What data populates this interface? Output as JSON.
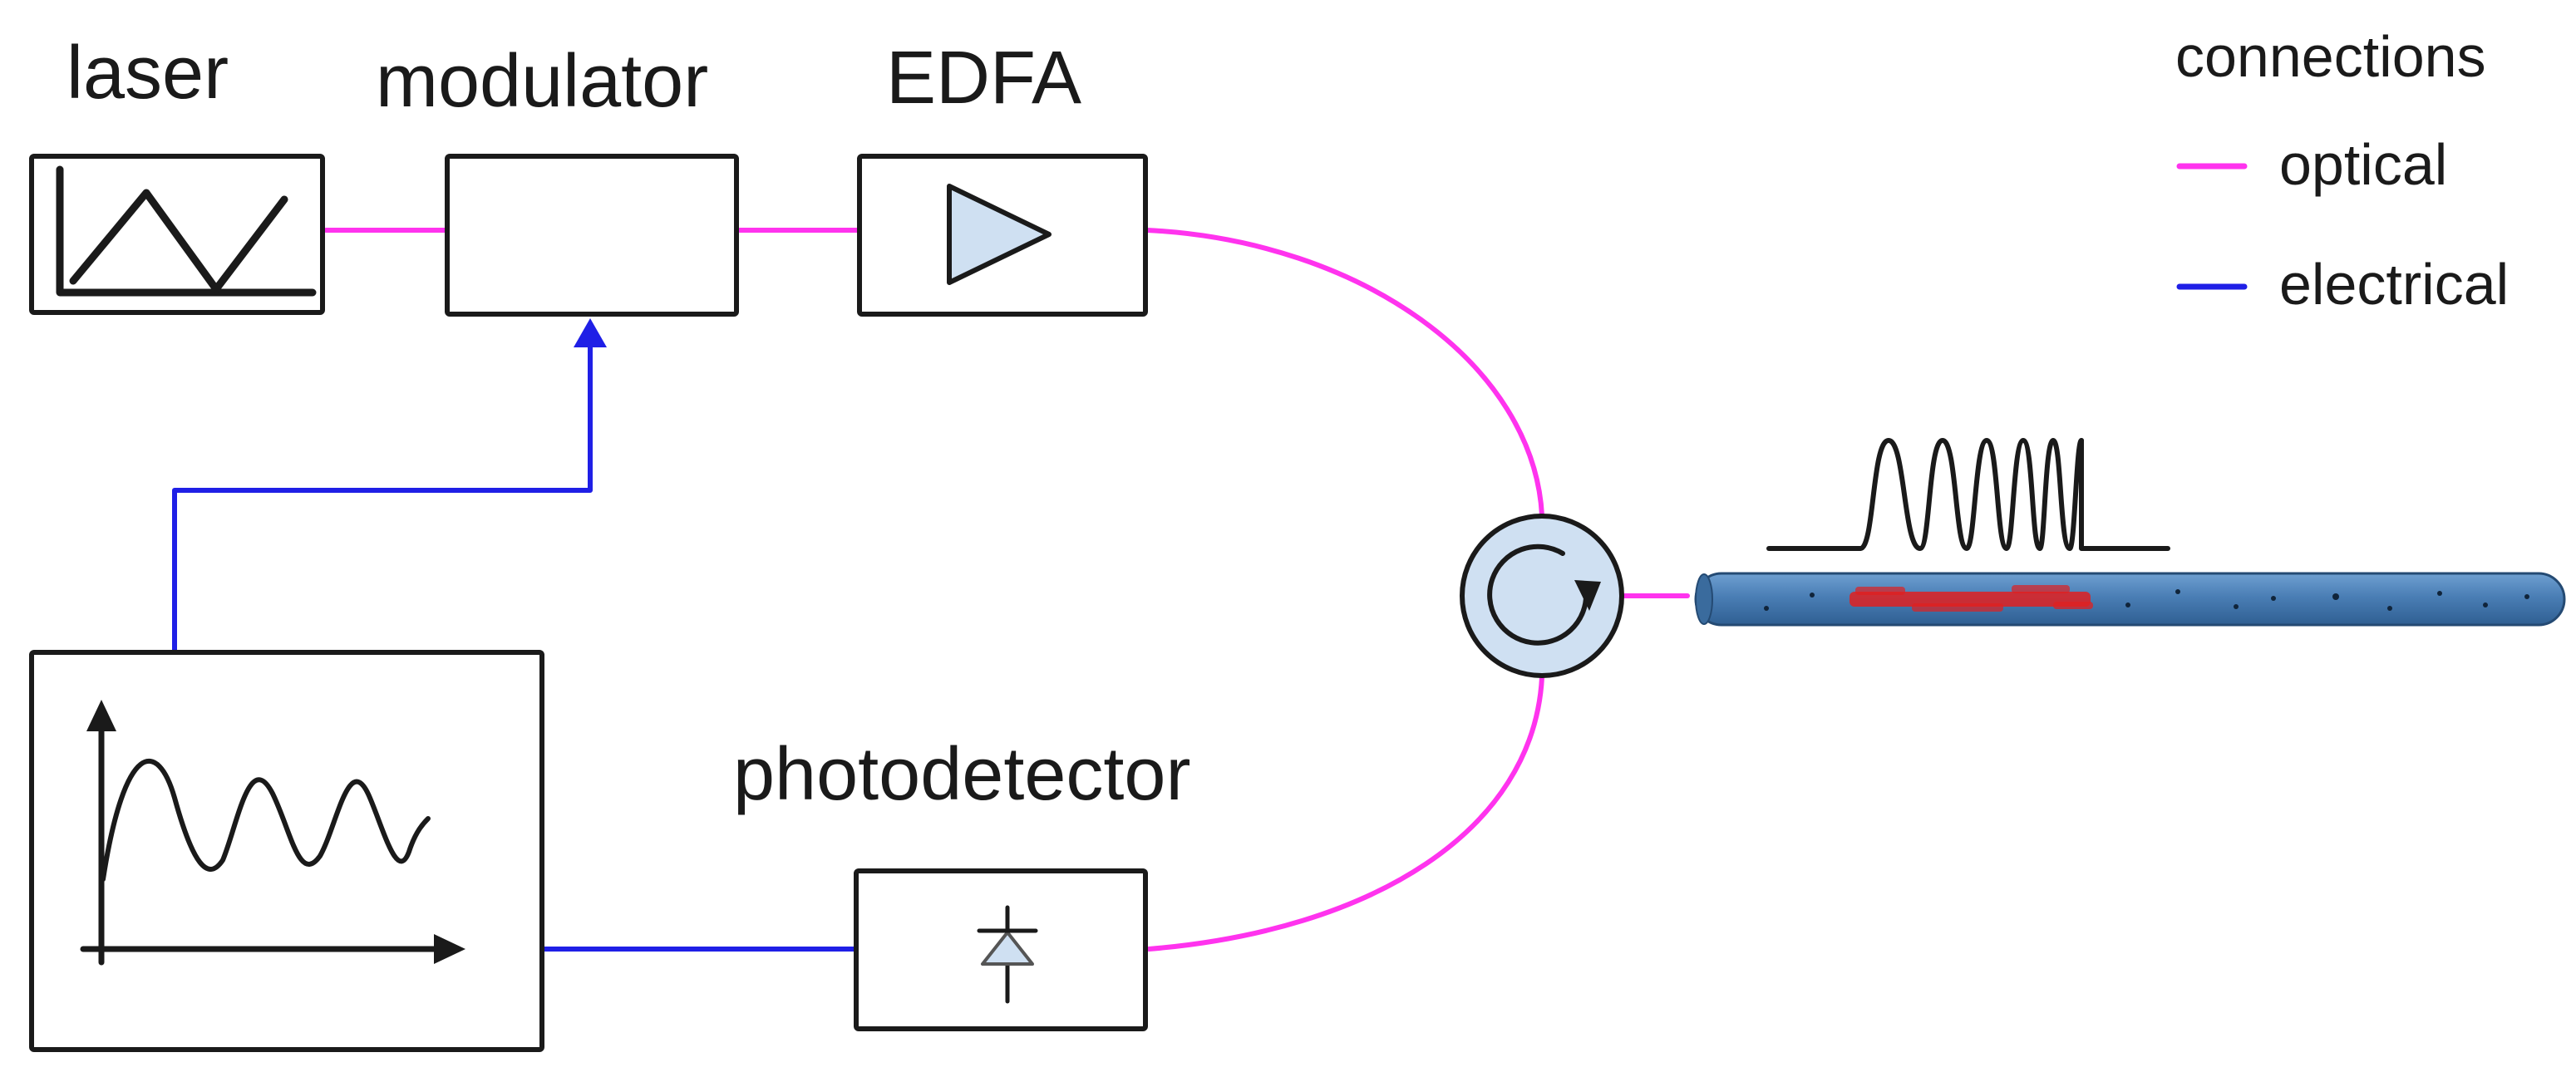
{
  "components": {
    "laser": "laser",
    "modulator": "modulator",
    "edfa": "EDFA",
    "photodetector": "photodetector"
  },
  "legend": {
    "title": "connections",
    "optical": "optical",
    "electrical": "electrical"
  },
  "colors": {
    "optical": "#ff33ee",
    "electrical": "#1f1fe6",
    "component_fill": "#cfe0f2",
    "fiber": "#4a7eb5",
    "scatter_region": "#e02020"
  },
  "icons": {
    "laser": "laser-spectrum-icon",
    "edfa": "amplifier-triangle-icon",
    "photodetector": "photodiode-icon",
    "circulator": "circulator-icon",
    "function_generator": "sine-wave-icon",
    "pulse": "modulated-pulse-icon",
    "fiber": "optical-fiber-icon"
  }
}
